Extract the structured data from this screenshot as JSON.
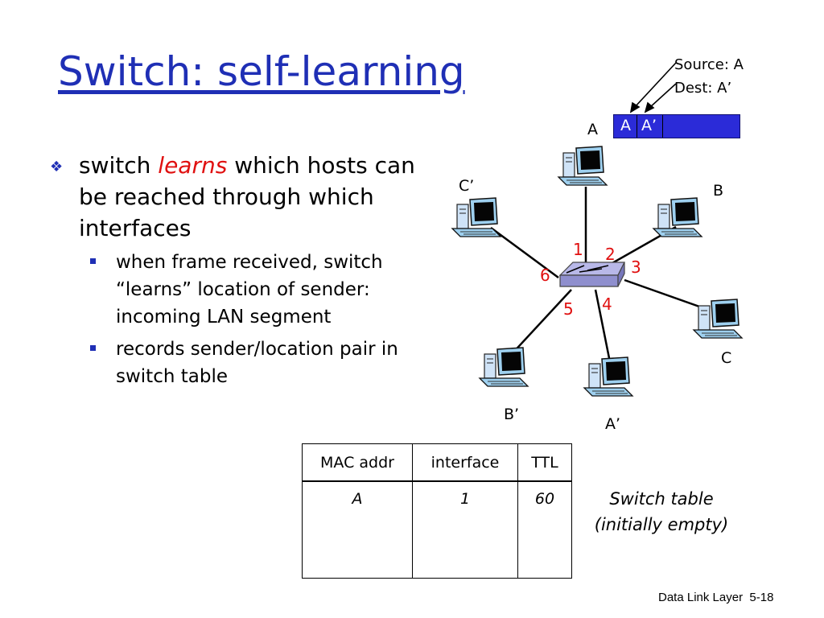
{
  "title": "Switch: self-learning",
  "bullets": {
    "main_pre": "switch",
    "main_em": "learns",
    "main_post": "which hosts can be reached through which interfaces",
    "sub": [
      "when frame received, switch “learns”  location of sender: incoming LAN segment",
      "records sender/location pair in switch table"
    ]
  },
  "frame_info": {
    "source": "Source: A",
    "dest": "Dest: A’",
    "cells": [
      "A",
      "A’"
    ]
  },
  "hosts": {
    "A": "A",
    "B": "B",
    "C": "C",
    "A_prime": "A’",
    "B_prime": "B’",
    "C_prime": "C’"
  },
  "ports": [
    "1",
    "2",
    "3",
    "4",
    "5",
    "6"
  ],
  "switch_table": {
    "headers": [
      "MAC addr",
      "interface",
      "TTL"
    ],
    "row": [
      "A",
      "1",
      "60"
    ],
    "caption_line1": "Switch table",
    "caption_line2": "(initially empty)"
  },
  "footer": {
    "chapter": "Data Link Layer",
    "page": "5-18"
  },
  "colors": {
    "title": "#1f2fb5",
    "accent": "#e01010",
    "frame": "#2b2bd8"
  }
}
